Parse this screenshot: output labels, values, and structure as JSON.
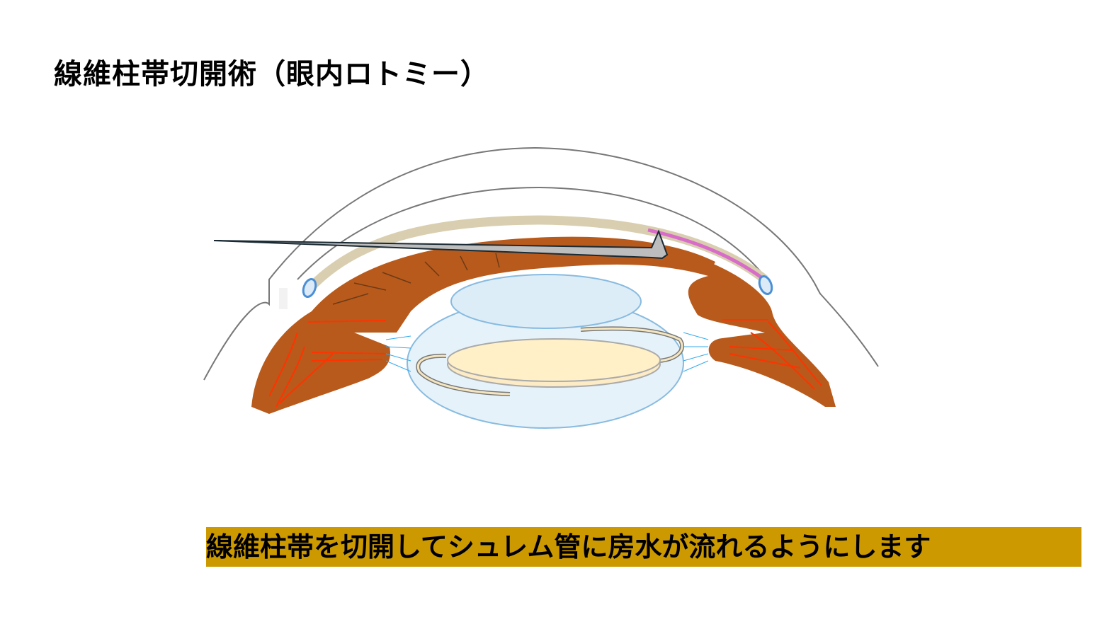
{
  "slide": {
    "title": "線維柱帯切開術（眼内ロトミー）",
    "caption": "線維柱帯を切開してシュレム管に房水が流れるようにします",
    "caption_bg": "#CC9900"
  },
  "diagram": {
    "subject": "eye anterior segment cross-section",
    "structures": [
      "cornea",
      "sclera-band",
      "iris",
      "ciliary-body",
      "schlemm-canal-left",
      "schlemm-canal-right",
      "trabecular-meshwork-incision",
      "lens-capsule",
      "intraocular-lens",
      "zonules",
      "surgical-instrument"
    ],
    "colors": {
      "cornea_outline": "#777777",
      "iris": "#B85A1B",
      "ciliary_muscle": "#FF3300",
      "sclera_band": "#D9CFB0",
      "schlemm_canal": "#4A8FD6",
      "incised_meshwork": "#D86CC8",
      "capsule": "#CFE6F5",
      "iol": "#FFF0C8",
      "zonules": "#33AAEE",
      "instrument": "#BDBDBD"
    }
  }
}
